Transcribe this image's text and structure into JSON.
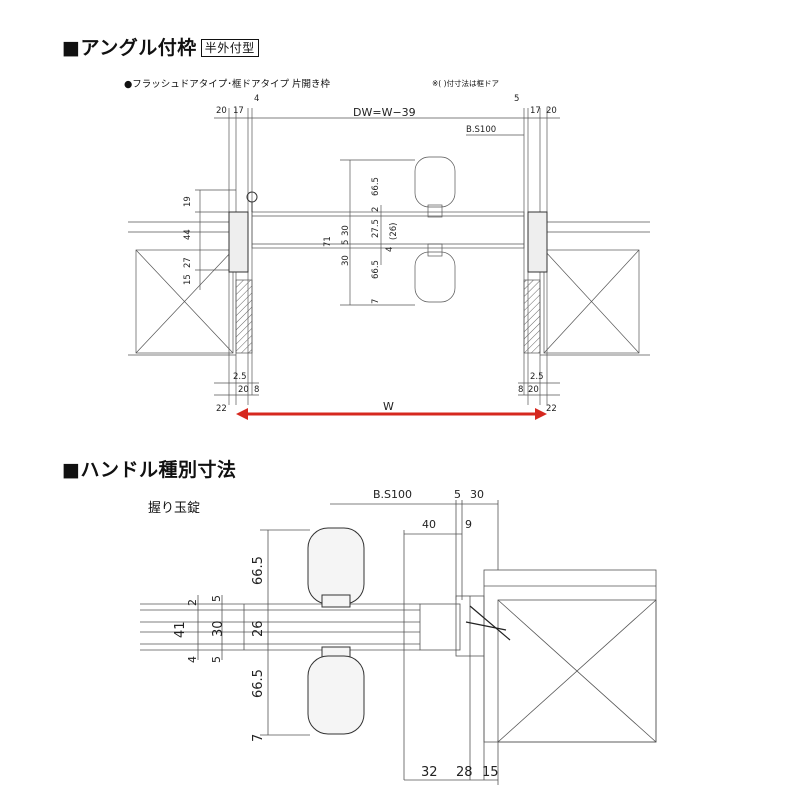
{
  "section1": {
    "title": "■アングル付枠",
    "tag": "半外付型",
    "subtitle": "●フラッシュドアタイプ･框ドアタイプ  片開き枠",
    "note": "※( )付寸法は框ドア",
    "dims": {
      "d20l": "20",
      "d17l": "17",
      "d4": "4",
      "dw": "DW=W−39",
      "d5": "5",
      "d17r": "17",
      "d20r": "20",
      "bs": "B.S100",
      "v19": "19",
      "v44": "44",
      "v15": "15",
      "v27": "27",
      "v665a": "66.5",
      "v2": "2",
      "v275": "27.5",
      "v26p": "(26)",
      "v71": "71",
      "v5": "5",
      "v30a": "30",
      "v4": "4",
      "v30b": "30",
      "v665b": "66.5",
      "v7": "7",
      "b25l": "2.5",
      "b20l": "20",
      "b8l": "8",
      "b25r": "2.5",
      "b8r": "8",
      "b20r": "20",
      "b22l": "22",
      "bw": "W",
      "b22r": "22"
    }
  },
  "section2": {
    "title": "■ハンドル種別寸法",
    "handle_label": "握り玉錠",
    "dims": {
      "bs": "B.S100",
      "t5": "5",
      "t30": "30",
      "t40": "40",
      "t9": "9",
      "v665a": "66.5",
      "v2": "2",
      "v5a": "5",
      "v41": "41",
      "v30": "30",
      "v26": "26",
      "v4": "4",
      "v5b": "5",
      "v665b": "66.5",
      "v7": "7",
      "b32": "32",
      "b28": "28",
      "b15": "15"
    }
  },
  "colors": {
    "arrow": "#d6281f",
    "line": "#444"
  }
}
